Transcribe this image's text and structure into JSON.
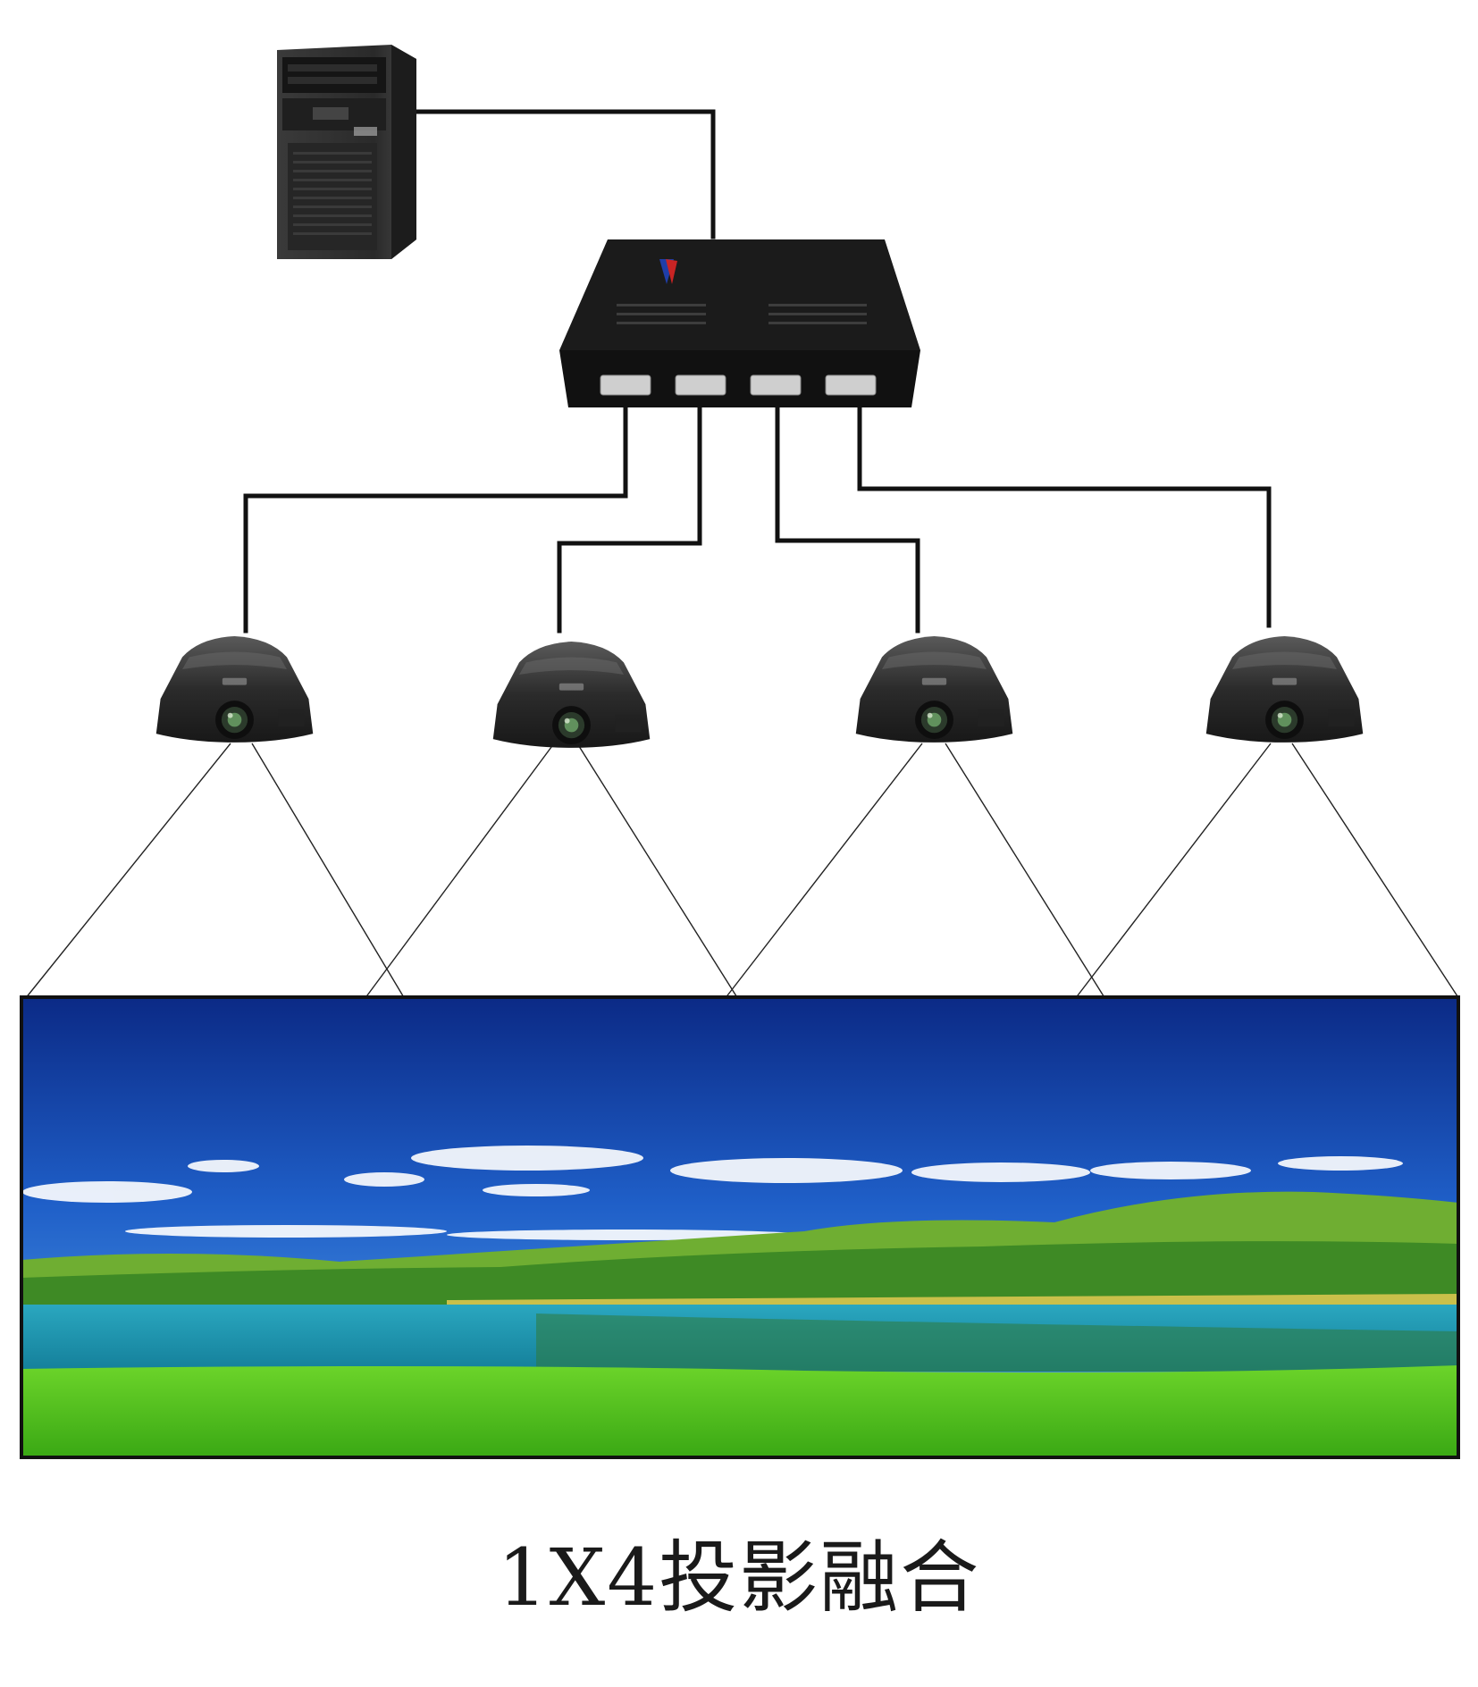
{
  "caption": "1X4投影融合",
  "nodes": {
    "computer": "pc-tower",
    "processor": "fusion-processor",
    "projectors": [
      "projector-1",
      "projector-2",
      "projector-3",
      "projector-4"
    ],
    "screen": "panoramic-landscape-screen"
  },
  "icons": [
    "pc-tower-icon",
    "fusion-processor-icon",
    "projector-icon",
    "landscape-image"
  ],
  "colors": {
    "cable": "#111111",
    "beam": "#222222",
    "device_body": "#1e1e1e",
    "sky_top": "#0d2f8e",
    "sky_bottom": "#3f8fe0",
    "grass": "#4fc21a",
    "water": "#1b9ab6",
    "hill": "#6fae32",
    "caption": "#1a1a1a"
  }
}
